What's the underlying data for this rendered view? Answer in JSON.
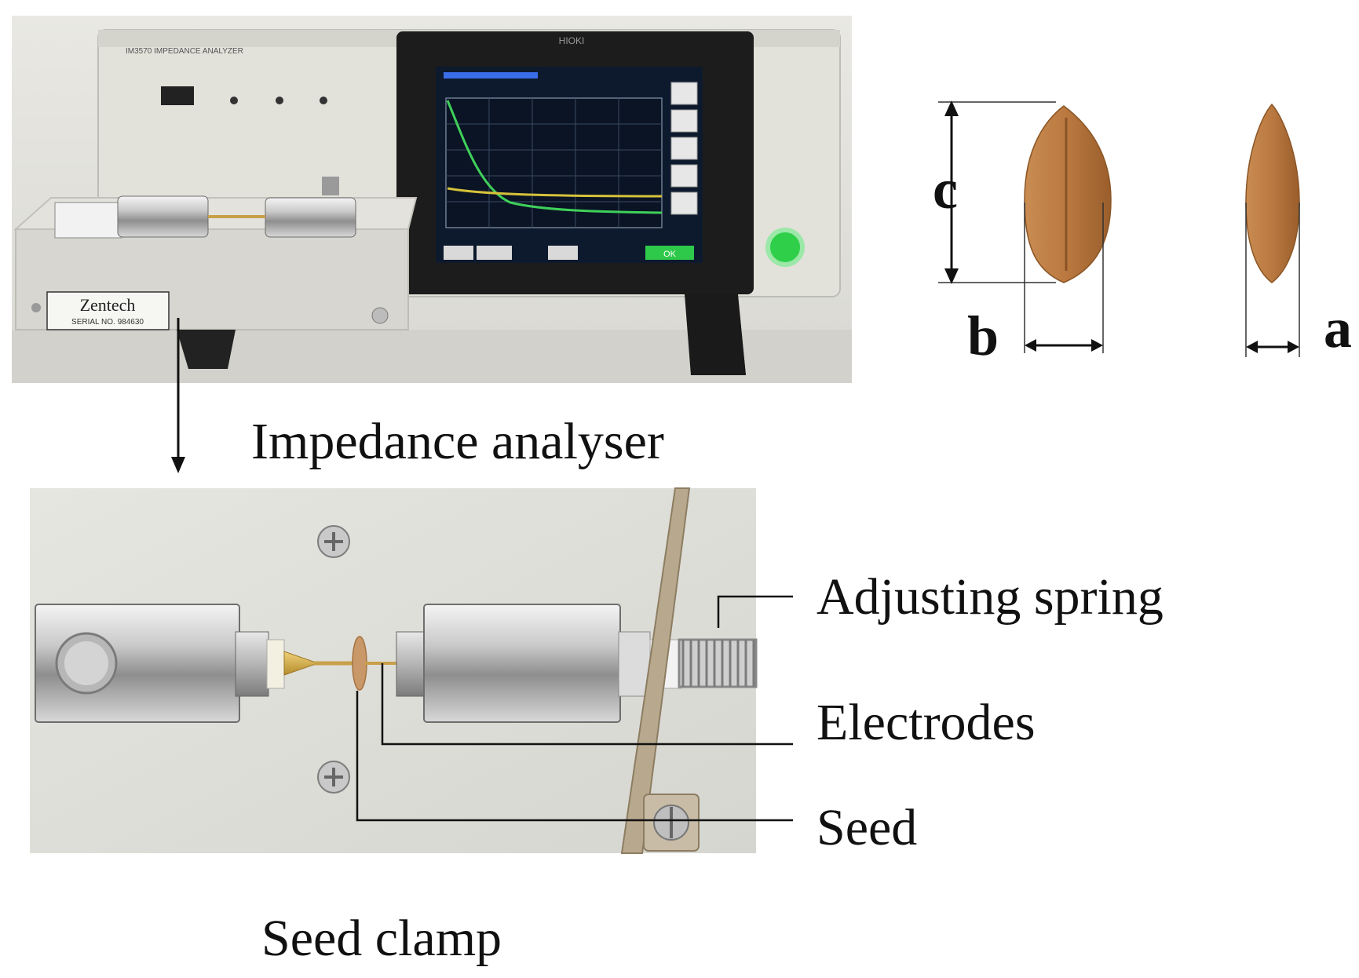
{
  "figure": {
    "analyser_caption": "Impedance analyser",
    "clamp_caption": "Seed clamp",
    "callouts": {
      "spring": "Adjusting spring",
      "electrodes": "Electrodes",
      "seed": "Seed"
    },
    "dimensions": {
      "c": "c",
      "b": "b",
      "a": "a"
    },
    "device": {
      "brand": "HIOKI",
      "model": "IM3570 IMPEDANCE ANALYZER",
      "fixture_brand": "Zentech",
      "fixture_serial": "SERIAL NO. 984630",
      "screen_ok": "OK"
    },
    "colors": {
      "seed": "#b9783f",
      "screen_bg": "#0d1a2e",
      "curve_green": "#3fd05a",
      "curve_yellow": "#d6c23a",
      "ok_button": "#2ec94a"
    }
  }
}
